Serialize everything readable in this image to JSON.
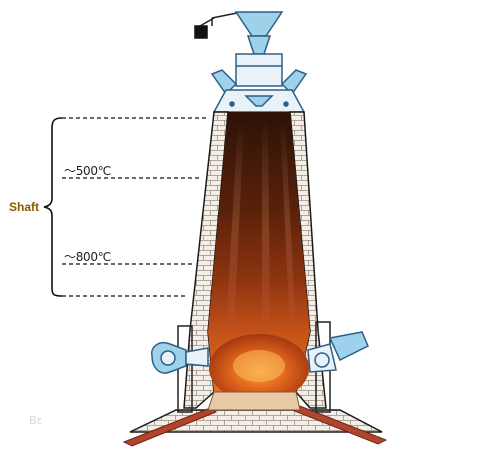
{
  "labels": {
    "shaft": "Shaft",
    "temp_500": "～500℃",
    "temp_800": "～800℃"
  },
  "watermark": "Bε",
  "colors": {
    "brick_fill": "#f3efe8",
    "brick_line": "#9b9181",
    "refractory_outline": "#1a1a1a",
    "charge_dark": "#3a1608",
    "charge_mid": "#8a2c10",
    "molten_orange": "#e0661d",
    "molten_core": "#f7a33e",
    "equipment_blue": "#9ed1ea",
    "equipment_outline": "#2f5f86",
    "hearth_rust": "#b0442c"
  }
}
